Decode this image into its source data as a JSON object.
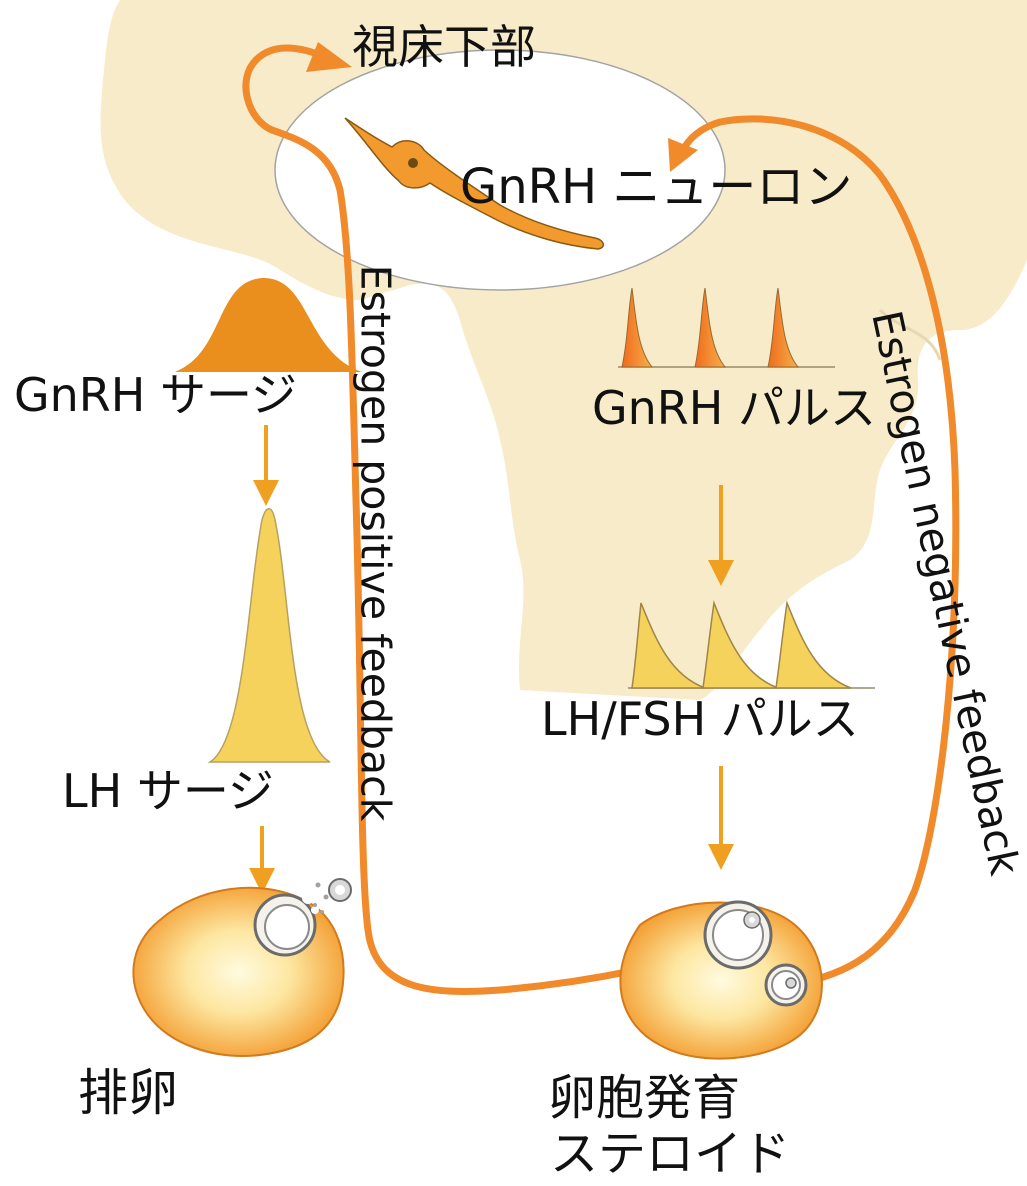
{
  "colors": {
    "brain": "#f7ebc9",
    "feedback_arrow": "#f08a2a",
    "flow_arrow": "#f0a020",
    "gnrh_peak": "#ea8e1e",
    "lh_peak": "#f5d25c",
    "ovary_outer": "#f39a2c",
    "ovary_inner": "#fff9d2",
    "text": "#111111"
  },
  "labels": {
    "hypothalamus": "視床下部",
    "gnrh_neuron": "GnRH ニューロン",
    "gnrh_surge": "GnRH サージ",
    "lh_surge": "LH サージ",
    "gnrh_pulse": "GnRH パルス",
    "lhfsh_pulse": "LH/FSH パルス",
    "ovulation": "排卵",
    "follicle_line1": "卵胞発育",
    "follicle_line2": "ステロイド",
    "positive_feedback": "Estrogen positive feedback",
    "negative_feedback": "Estrogen negative feedback"
  },
  "icons": [
    "gnrh-neuron-icon",
    "ovary-icon",
    "oocyte-icon"
  ]
}
